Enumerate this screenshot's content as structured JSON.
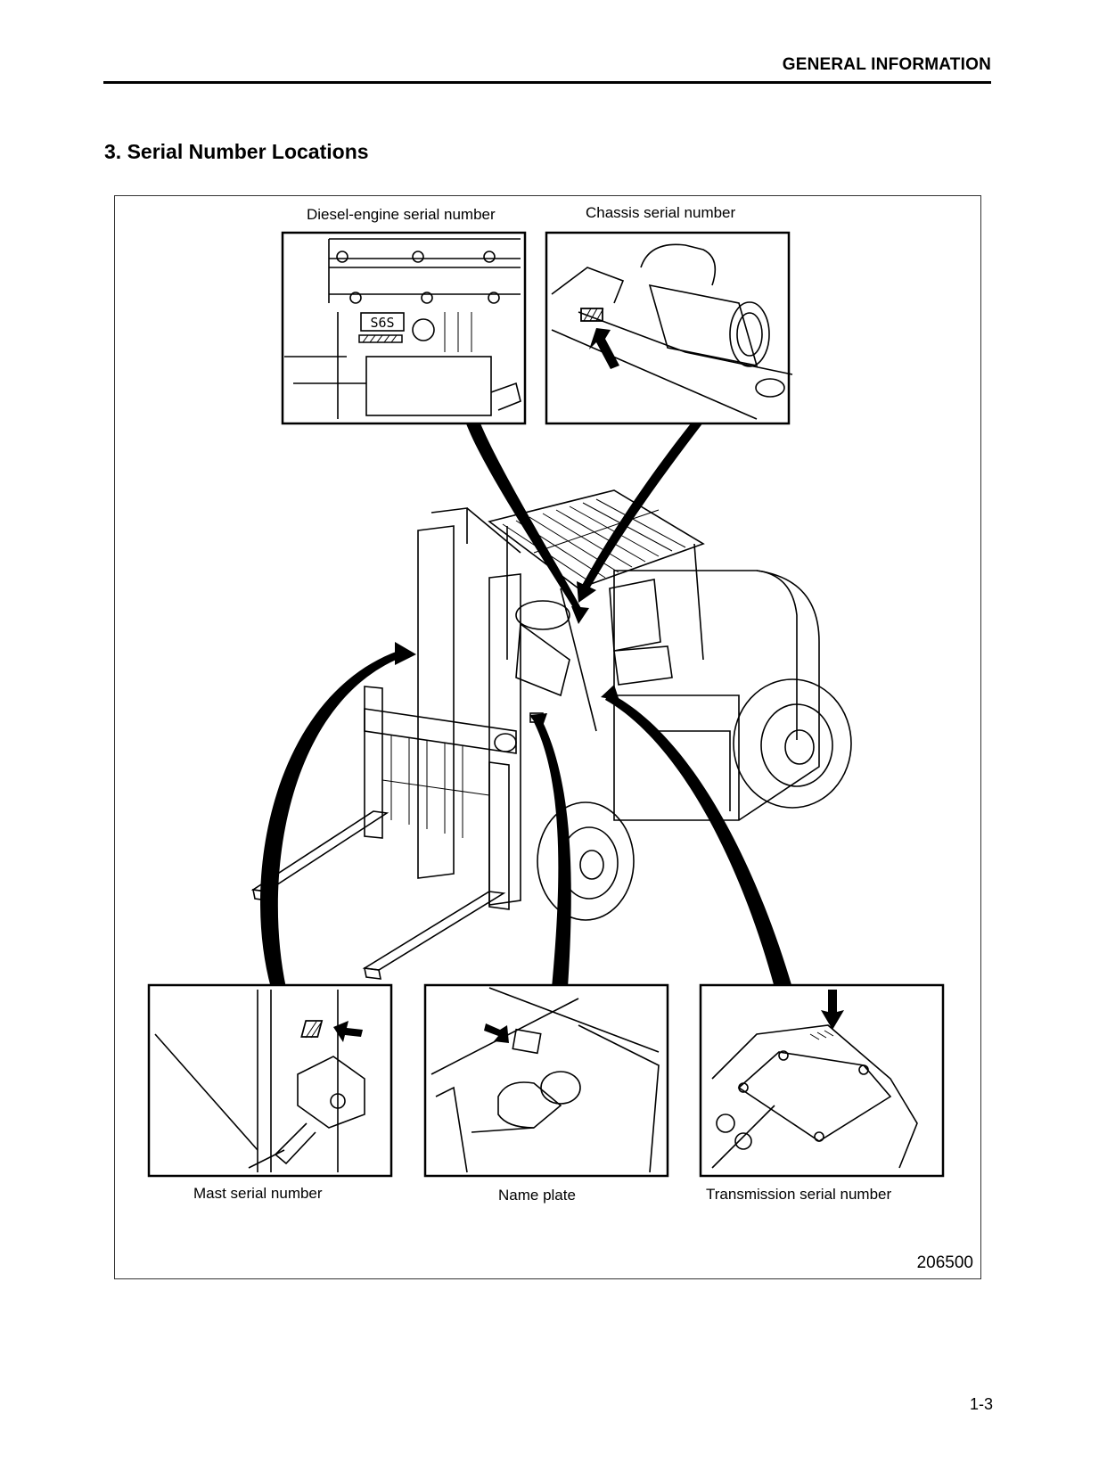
{
  "header": {
    "title": "GENERAL INFORMATION"
  },
  "section": {
    "title": "3. Serial Number Locations"
  },
  "figure": {
    "labels": {
      "diesel_engine": "Diesel-engine serial number",
      "chassis": "Chassis serial number",
      "mast": "Mast serial number",
      "name_plate": "Name plate",
      "transmission": "Transmission serial number"
    },
    "engine_plate_text": "S6S",
    "figure_number": "206500"
  },
  "footer": {
    "page_number": "1-3"
  }
}
